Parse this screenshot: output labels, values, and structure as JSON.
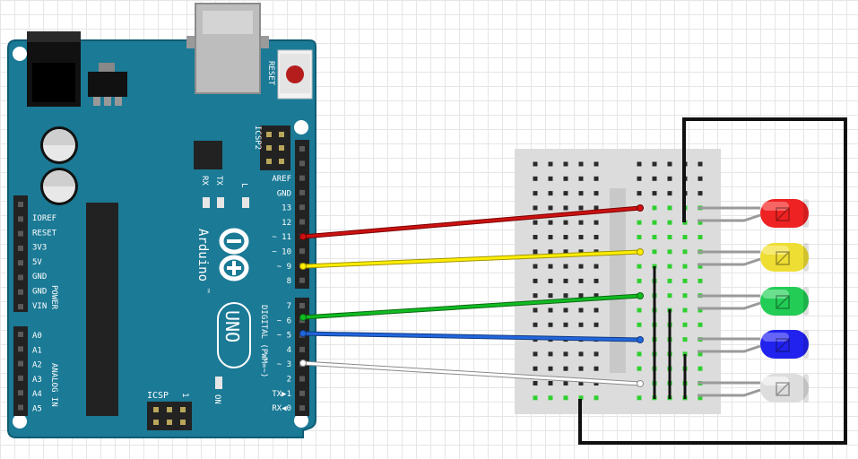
{
  "board": {
    "reset_label": "RESET",
    "icsp2_label": "ICSP2",
    "icsp_label": "ICSP",
    "rx_label": "RX",
    "tx_label": "TX",
    "l_label": "L",
    "brand": "Arduino",
    "trademark": "™",
    "model": "UNO",
    "on_label": "ON",
    "power_label": "POWER",
    "analog_label": "ANALOG IN",
    "digital_label": "DIGITAL (PWM=~)",
    "icsp_pin1": "1",
    "power_pins": [
      "IOREF",
      "RESET",
      "3V3",
      "5V",
      "GND",
      "GND",
      "VIN"
    ],
    "analog_pins": [
      "A0",
      "A1",
      "A2",
      "A3",
      "A4",
      "A5"
    ],
    "digital_top_pins": [
      "AREF",
      "GND",
      "13",
      "12",
      "~ 11",
      "~ 10",
      "~ 9",
      "8"
    ],
    "digital_bottom_pins": [
      "7",
      "~ 6",
      "~ 5",
      "4",
      "~ 3",
      "2",
      "TX▶1",
      "RX◀0"
    ]
  },
  "wires": [
    {
      "color": "#cc1111",
      "dark": "#7a0000",
      "pin": "11"
    },
    {
      "color": "#ffee00",
      "dark": "#a09400",
      "pin": "9"
    },
    {
      "color": "#11bb22",
      "dark": "#0a6a12",
      "pin": "6"
    },
    {
      "color": "#2266dd",
      "dark": "#113a80",
      "pin": "5"
    },
    {
      "color": "#ffffff",
      "dark": "#8a8a8a",
      "pin": "3"
    }
  ],
  "leds": [
    {
      "color": "#ee2222",
      "light": "#ff9a9a"
    },
    {
      "color": "#eedd33",
      "light": "#fff4a8"
    },
    {
      "color": "#22cc55",
      "light": "#a6f0bd"
    },
    {
      "color": "#2222ee",
      "light": "#9a9aff"
    },
    {
      "color": "#dddddd",
      "light": "#ffffff"
    }
  ],
  "colors": {
    "pcb": "#1b7a96",
    "pcb_edge": "#0f5c73",
    "breadboard": "#dcdcdc",
    "ground_wire": "#111111"
  }
}
